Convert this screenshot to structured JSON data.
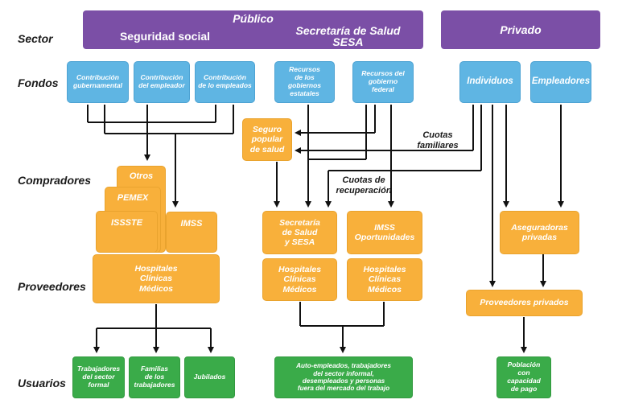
{
  "rows": {
    "sector": "Sector",
    "fondos": "Fondos",
    "compradores": "Compradores",
    "proveedores": "Proveedores",
    "usuarios": "Usuarios"
  },
  "sector": {
    "publico": "Público",
    "seguridad_social": "Seguridad social",
    "secretaria": "Secretaría de Salud\nSESA",
    "privado": "Privado"
  },
  "fondos": {
    "contribucion_gub": "Contribución\ngubernamental",
    "contribucion_empleador": "Contribución\ndel empleador",
    "contribucion_empleados": "Contribución\nde lo empleados",
    "recursos_estatales": "Recursos\nde los\ngobiernos\nestatales",
    "recursos_federal": "Recursos del\ngobierno\nfederal",
    "individuos": "Individuos",
    "empleadores": "Empleadores"
  },
  "compradores": {
    "seguro_popular": "Seguro\npopular\nde salud",
    "otros": "Otros",
    "pemex": "PEMEX",
    "issste": "ISSSTE",
    "imss": "IMSS",
    "secretaria_sesa": "Secretaría\nde Salud\ny SESA",
    "imss_oportunidades": "IMSS\nOportunidades",
    "aseguradoras": "Aseguradoras\nprivadas"
  },
  "proveedores": {
    "hospitales_ss": "Hospitales\nClínicas\nMédicos",
    "hospitales_sesa": "Hospitales\nClínicas\nMédicos",
    "hospitales_imss_op": "Hospitales\nClínicas\nMédicos",
    "privados": "Proveedores privados"
  },
  "usuarios": {
    "trabajadores_formal": "Trabajadores\ndel sector\nformal",
    "familias": "Familias\nde los\ntrabajadores",
    "jubilados": "Jubilados",
    "autoempleados": "Auto-empleados, trabajadores\ndel sector informal,\ndesempleados y personas\nfuera del mercado del trabajo",
    "poblacion_pago": "Población\ncon\ncapacidad\nde pago"
  },
  "labels": {
    "cuotas_familiares": "Cuotas\nfamiliares",
    "cuotas_recuperacion": "Cuotas de\nrecuperación"
  },
  "colors": {
    "purple": "#7b4fa6",
    "blue": "#5fb5e3",
    "orange": "#f8b03b",
    "green": "#3aab49"
  }
}
